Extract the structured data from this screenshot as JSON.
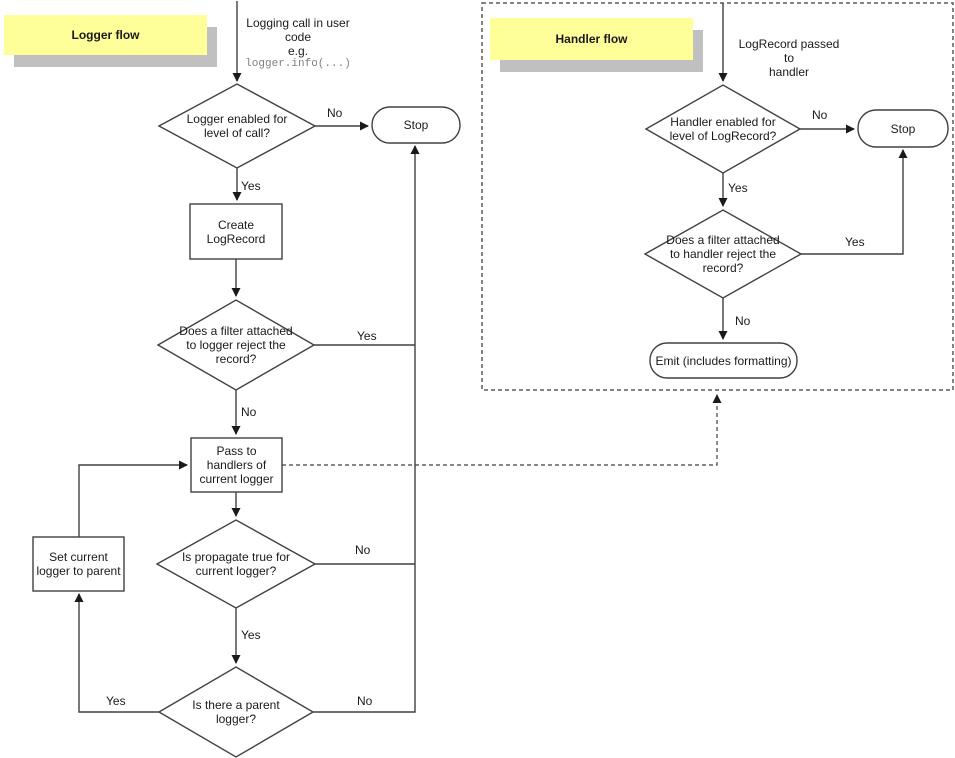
{
  "colors": {
    "note_bg": "#FFFF99",
    "note_shadow": "#C0C0C0",
    "line": "#404040",
    "text": "#1A1A1A",
    "code_text": "#808080"
  },
  "logger": {
    "tag": "Logger flow",
    "entry": "Logging call in user\ncode\ne.g.",
    "entry_code": "logger.info(...)",
    "nodes": {
      "enabled": "Logger enabled for\nlevel of call?",
      "stop": "Stop",
      "create": "Create\nLogRecord",
      "filter": "Does a filter attached\nto logger reject the\nrecord?",
      "pass": "Pass to\nhandlers of\ncurrent logger",
      "propagate": "Is propagate true for\ncurrent logger?",
      "set_parent": "Set current\nlogger to parent",
      "parent": "Is there a parent\nlogger?"
    },
    "edges": {
      "enabled_no": "No",
      "enabled_yes": "Yes",
      "filter_yes": "Yes",
      "filter_no": "No",
      "propagate_no": "No",
      "propagate_yes": "Yes",
      "parent_yes": "Yes",
      "parent_no": "No"
    }
  },
  "handler": {
    "tag": "Handler flow",
    "entry": "LogRecord passed to\nhandler",
    "nodes": {
      "enabled": "Handler enabled for\nlevel of LogRecord?",
      "stop": "Stop",
      "filter": "Does a filter attached\nto handler reject the\nrecord?",
      "emit": "Emit (includes formatting)"
    },
    "edges": {
      "enabled_no": "No",
      "enabled_yes": "Yes",
      "filter_yes": "Yes",
      "filter_no": "No"
    }
  }
}
